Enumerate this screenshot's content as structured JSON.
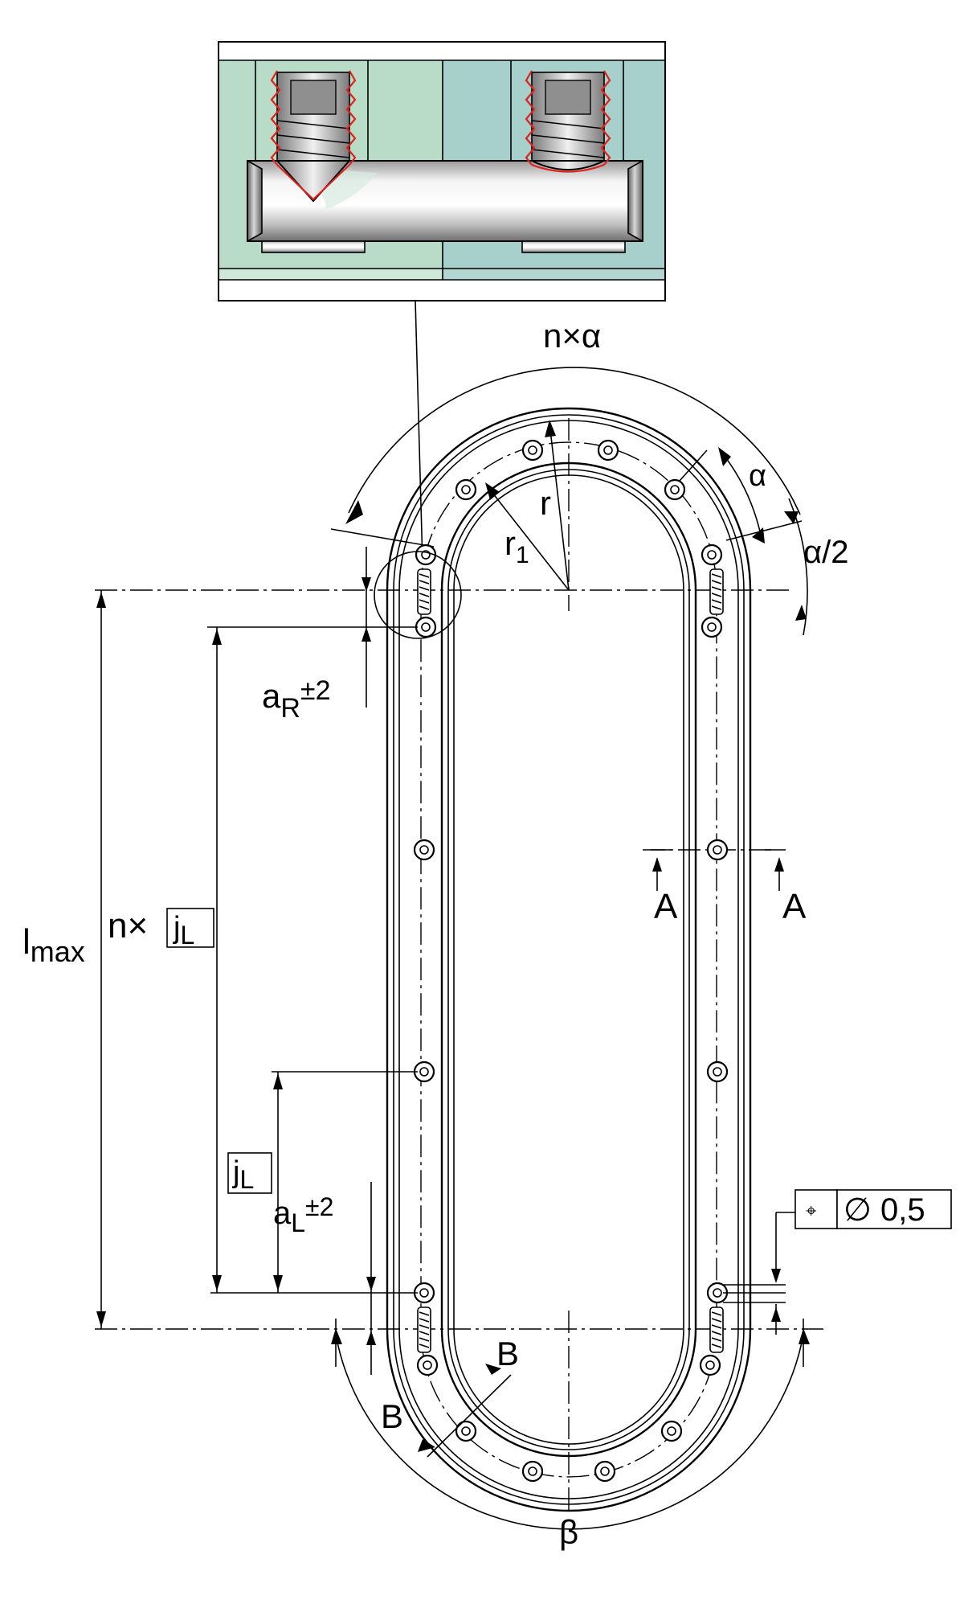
{
  "labels": {
    "n_alpha": "n×α",
    "alpha": "α",
    "alpha_half": "α/2",
    "r": "r",
    "r1_main": "r",
    "r1_sub": "1",
    "aR_main": "a",
    "aR_sub": "R",
    "aR_tol": "±2",
    "lmax_main": "l",
    "lmax_sub": "max",
    "n_times": "n×",
    "jL_main": "j",
    "jL_sub": "L",
    "jL2_main": "j",
    "jL2_sub": "L",
    "aL_main": "a",
    "aL_sub": "L",
    "aL_tol": "±2",
    "section_A_left": "A",
    "section_A_right": "A",
    "section_B_top": "B",
    "section_B_bottom": "B",
    "beta": "β",
    "tolerance_symbol": "⌖",
    "tolerance_value": "∅ 0,5"
  },
  "colors": {
    "left_block": "#b9dcc9",
    "right_block": "#a7cfcb",
    "left_strip": "#cfe8d8",
    "right_strip": "#b3d6d3",
    "thread_red": "#e0201b",
    "steel_light": "#f2f2f2",
    "steel_dark": "#8c8c8c"
  }
}
